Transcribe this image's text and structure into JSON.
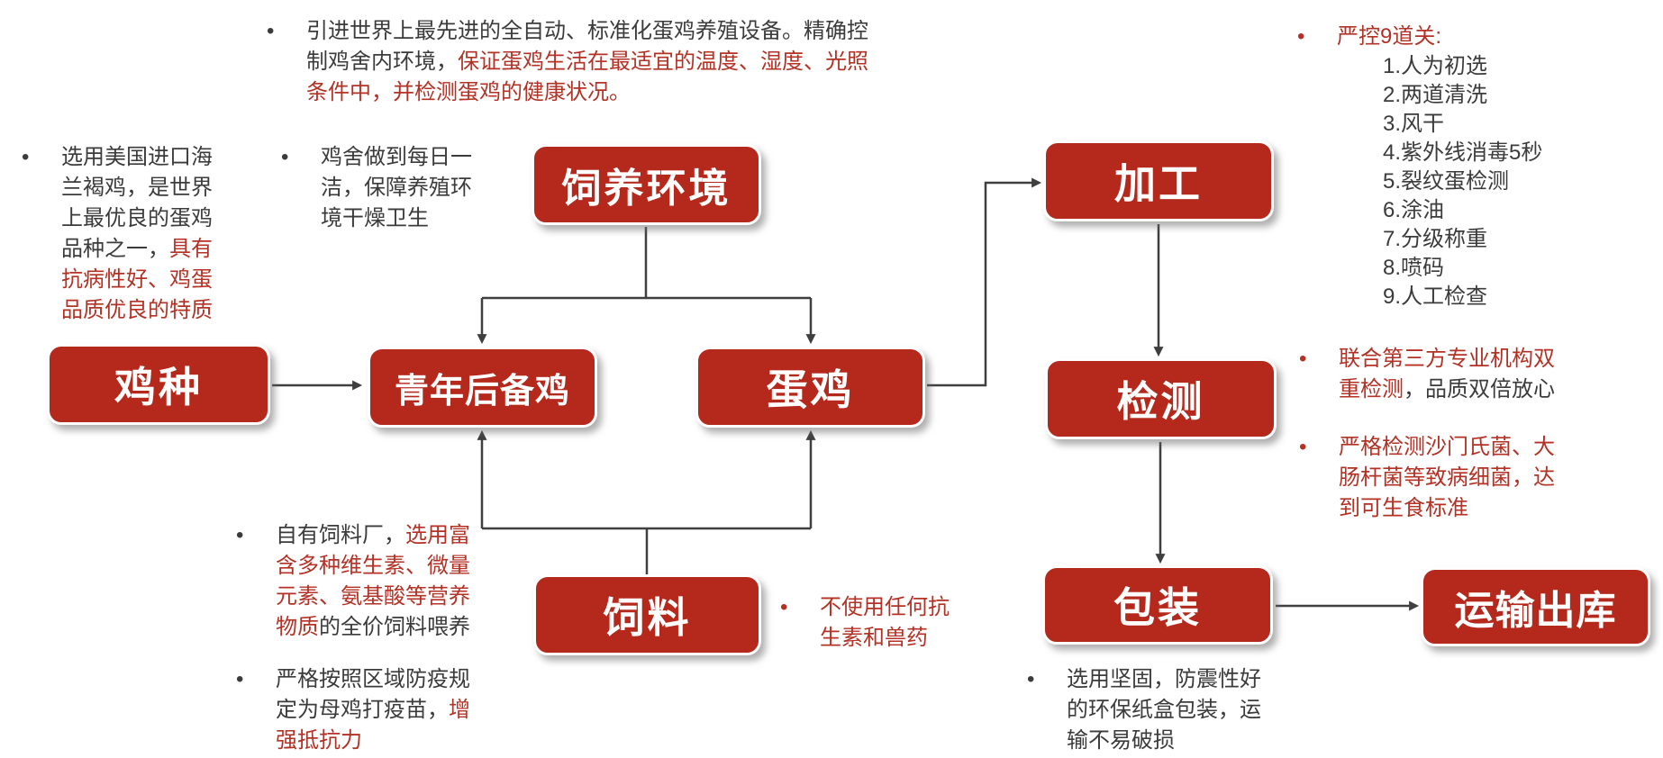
{
  "colors": {
    "box_red": "#b5291d",
    "red_text": "#b43125",
    "dark_text": "#3b3b3b",
    "arrow": "#3f3f3f",
    "box_label": "#ffffff",
    "background": "#ffffff"
  },
  "glyphs": {
    "bullet": "•"
  },
  "boxes": [
    {
      "id": "jizhong",
      "label": "鸡种"
    },
    {
      "id": "qingnianhoubeiji",
      "label": "青年后备鸡"
    },
    {
      "id": "danji",
      "label": "蛋鸡"
    },
    {
      "id": "siyanghuanjing",
      "label": "饲养环境"
    },
    {
      "id": "siliao",
      "label": "饲料"
    },
    {
      "id": "jiagong",
      "label": "加工"
    },
    {
      "id": "jiance",
      "label": "检测"
    },
    {
      "id": "baozhuang",
      "label": "包装"
    },
    {
      "id": "yunshuchuku",
      "label": "运输出库"
    }
  ],
  "notes": {
    "equipment": {
      "segments": [
        {
          "tone": "dark",
          "text": "引进世界上最先进的全自动、标准化蛋鸡养殖设备。精确控\n制鸡舍内环境，"
        },
        {
          "tone": "red",
          "text": "保证蛋鸡生活在最适宜的温度、湿度、光照\n条件中，并检测蛋鸡的健康状况。"
        }
      ]
    },
    "breed": {
      "segments": [
        {
          "tone": "dark",
          "text": "选用美国进口海\n兰褐鸡，是世界\n上最优良的蛋鸡\n品种之一，"
        },
        {
          "tone": "red",
          "text": "具有\n抗病性好、鸡蛋\n品质优良的特质"
        }
      ]
    },
    "daily_clean": {
      "segments": [
        {
          "tone": "dark",
          "text": "鸡舍做到每日一\n洁，保障养殖环\n境干燥卫生"
        }
      ]
    },
    "nine_checks": {
      "heading": "严控9道关:",
      "items": [
        "1.人为初选",
        "2.两道清洗",
        "3.风干",
        "4.紫外线消毒5秒",
        "5.裂纹蛋检测",
        "6.涂油",
        "7.分级称重",
        "8.喷码",
        "9.人工检查"
      ]
    },
    "third_party": {
      "segments": [
        {
          "tone": "red",
          "text": "联合第三方专业机构双\n重检测"
        },
        {
          "tone": "dark",
          "text": "，品质双倍放心"
        }
      ]
    },
    "pathogen": {
      "segments": [
        {
          "tone": "red",
          "text": "严格检测沙门氏菌、大\n肠杆菌等致病细菌，达\n到可生食标准"
        }
      ]
    },
    "feed_factory": {
      "segments": [
        {
          "tone": "dark",
          "text": "自有饲料厂，"
        },
        {
          "tone": "red",
          "text": "选用富\n含多种维生素、微量\n元素、氨基酸等营养\n物质"
        },
        {
          "tone": "dark",
          "text": "的全价饲料喂养"
        }
      ]
    },
    "vaccine": {
      "segments": [
        {
          "tone": "dark",
          "text": "严格按照区域防疫规\n定为母鸡打疫苗，"
        },
        {
          "tone": "red",
          "text": "增\n强抵抗力"
        }
      ]
    },
    "no_antibiotics": {
      "segments": [
        {
          "tone": "red",
          "text": "不使用任何抗\n生素和兽药"
        }
      ]
    },
    "packaging_note": {
      "segments": [
        {
          "tone": "dark",
          "text": "选用坚固，防震性好\n的环保纸盒包装，运\n输不易破损"
        }
      ]
    }
  }
}
